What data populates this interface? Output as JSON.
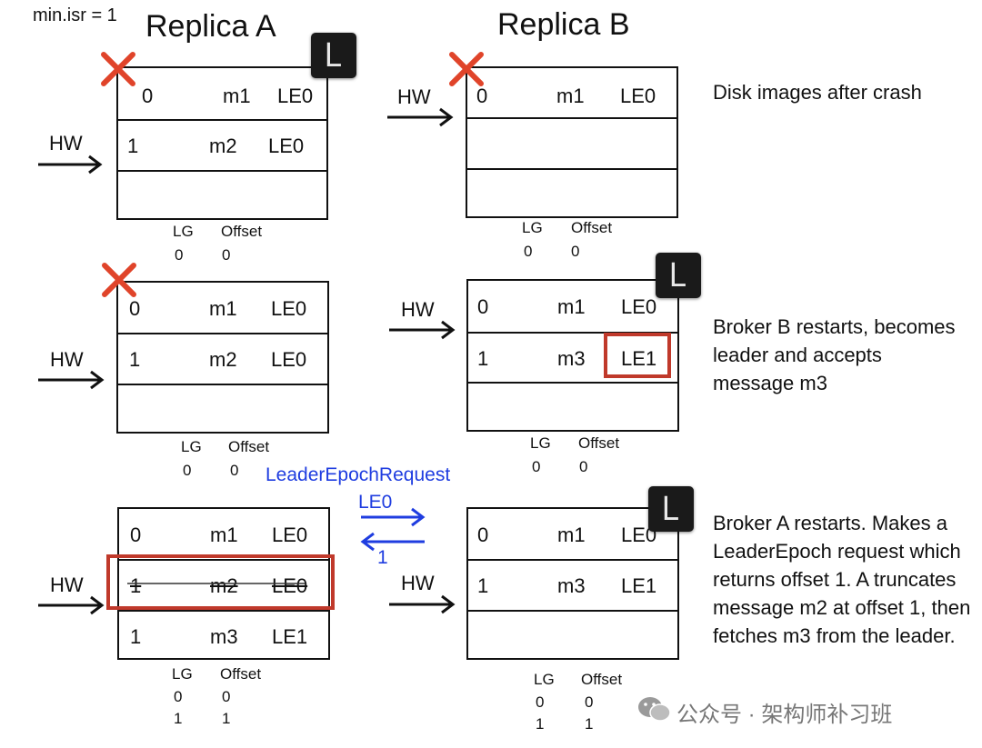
{
  "header": {
    "min_isr": "min.isr = 1",
    "replica_a_title": "Replica A",
    "replica_b_title": "Replica B"
  },
  "labels": {
    "hw": "HW",
    "leader": "L",
    "lg": "LG",
    "offset": "Offset"
  },
  "panel1": {
    "a_rows": [
      {
        "offset": "0",
        "msg": "m1",
        "epoch": "LE0"
      },
      {
        "offset": "1",
        "msg": "m2",
        "epoch": "LE0"
      }
    ],
    "b_rows": [
      {
        "offset": "0",
        "msg": "m1",
        "epoch": "LE0"
      }
    ],
    "a_lg": [
      [
        "0",
        "0"
      ]
    ],
    "b_lg": [
      [
        "0",
        "0"
      ]
    ],
    "description": "Disk images after crash"
  },
  "panel2": {
    "a_rows": [
      {
        "offset": "0",
        "msg": "m1",
        "epoch": "LE0"
      },
      {
        "offset": "1",
        "msg": "m2",
        "epoch": "LE0"
      }
    ],
    "b_rows": [
      {
        "offset": "0",
        "msg": "m1",
        "epoch": "LE0"
      },
      {
        "offset": "1",
        "msg": "m3",
        "epoch": "LE1"
      }
    ],
    "a_lg": [
      [
        "0",
        "0"
      ]
    ],
    "b_lg": [
      [
        "0",
        "0"
      ]
    ],
    "description": "Broker B restarts, becomes leader and accepts message m3"
  },
  "panel3": {
    "a_rows": [
      {
        "offset": "0",
        "msg": "m1",
        "epoch": "LE0"
      },
      {
        "offset": "1",
        "msg": "m2",
        "epoch": "LE0"
      },
      {
        "offset": "1",
        "msg": "m3",
        "epoch": "LE1"
      }
    ],
    "b_rows": [
      {
        "offset": "0",
        "msg": "m1",
        "epoch": "LE0"
      },
      {
        "offset": "1",
        "msg": "m3",
        "epoch": "LE1"
      }
    ],
    "a_lg": [
      [
        "0",
        "0"
      ],
      [
        "1",
        "1"
      ]
    ],
    "b_lg": [
      [
        "0",
        "0"
      ],
      [
        "1",
        "1"
      ]
    ],
    "request_label": "LeaderEpochRequest",
    "request_value": "LE0",
    "response_value": "1",
    "description": "Broker A restarts. Makes a LeaderEpoch request which returns offset 1. A truncates message m2 at offset 1, then fetches m3 from the leader."
  },
  "watermark": "公众号 · 架构师补习班",
  "colors": {
    "cross": "#e0442a",
    "highlight": "#c0392b",
    "request": "#1f3de0"
  }
}
